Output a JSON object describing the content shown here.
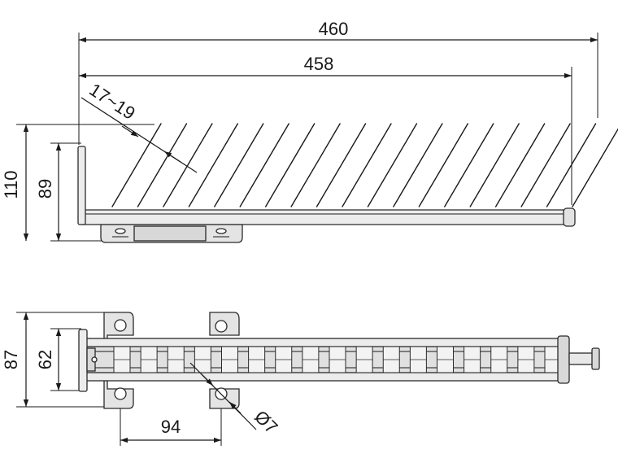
{
  "dimensions": {
    "overall_length": "460",
    "rail_length": "458",
    "hook_spacing": "17~19",
    "total_height": "110",
    "hook_height": "89",
    "bracket_height": "87",
    "rail_width": "62",
    "mount_spacing": "94",
    "hole_diameter": "Ø7"
  },
  "colors": {
    "line": "#1a1a1a",
    "metal_fill": "#ececec",
    "metal_dark": "#cfcfcf",
    "bracket_fill": "#e4e4e4"
  },
  "hook_count": 19
}
